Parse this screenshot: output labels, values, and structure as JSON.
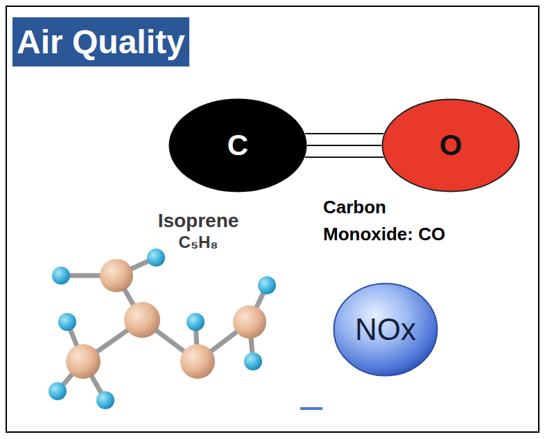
{
  "diagram": {
    "title": "Air Quality",
    "nodes": [
      {
        "text": [
          "C"
        ]
      },
      {
        "text": [
          "O"
        ]
      },
      {
        "text": [
          "NOx"
        ]
      }
    ],
    "edges": [
      {
        "from": 0,
        "to": 1,
        "arrow": "none"
      }
    ],
    "labels": [
      "Carbon Monoxide: CO",
      "Isoprene",
      "C₅H₈"
    ]
  }
}
